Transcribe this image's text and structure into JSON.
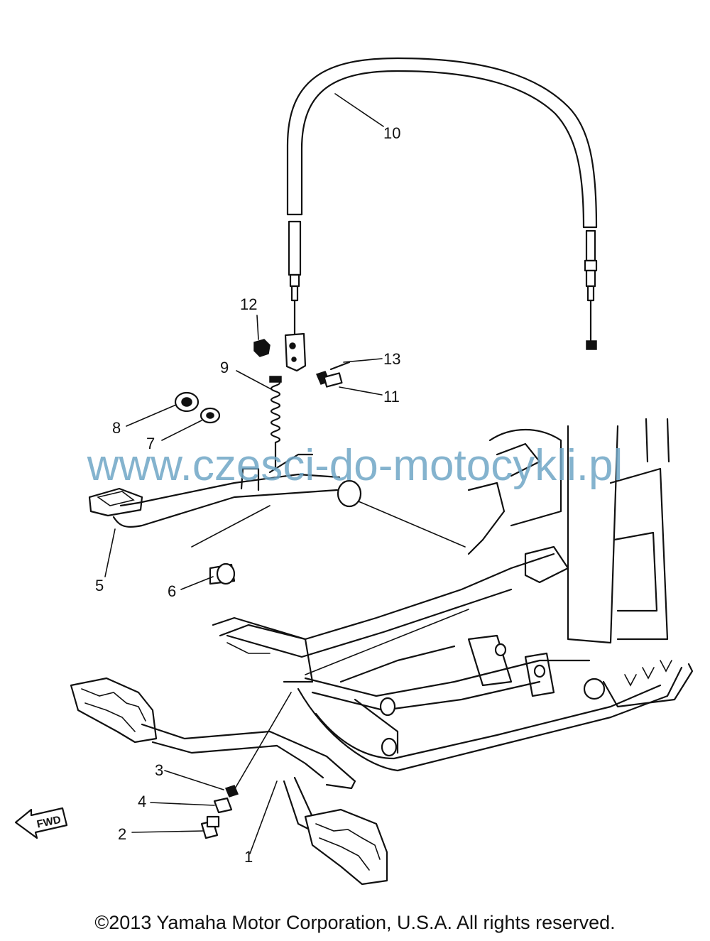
{
  "watermark": "www.czesci-do-motocykli.pl",
  "copyright": "©2013 Yamaha Motor Corporation, U.S.A. All rights reserved.",
  "fwd_label": "FWD",
  "callouts": {
    "c1": "1",
    "c2": "2",
    "c3": "3",
    "c4": "4",
    "c5": "5",
    "c6": "6",
    "c7": "7",
    "c8": "8",
    "c9": "9",
    "c10": "10",
    "c11": "11",
    "c12": "12",
    "c13": "13"
  }
}
